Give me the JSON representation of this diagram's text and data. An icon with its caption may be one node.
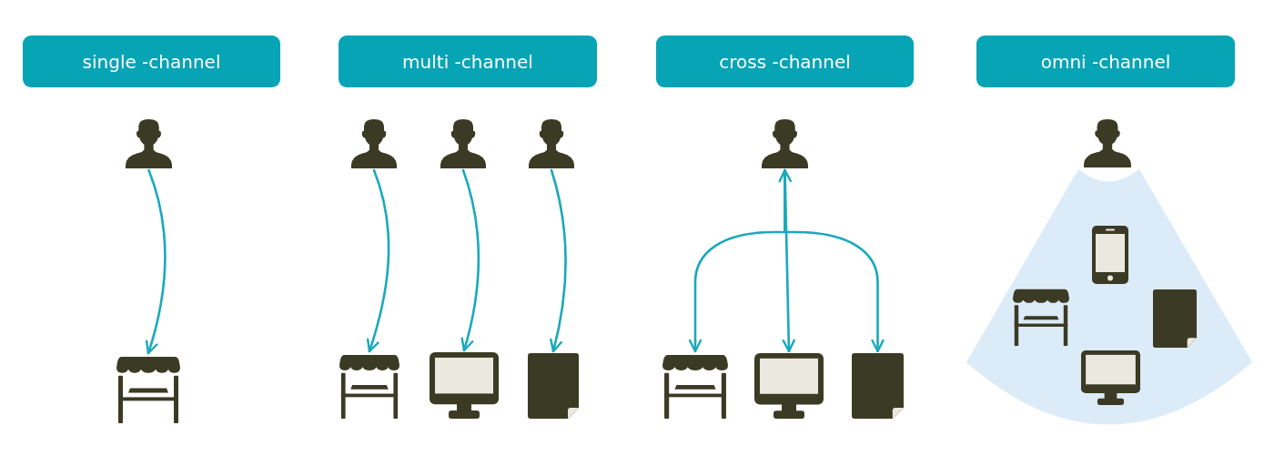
{
  "diagram": {
    "nodes": [
      {
        "text": [
          "single -channel"
        ]
      },
      {
        "text": [],
        "shape": "person"
      },
      {
        "text": [],
        "shape": "store"
      },
      {
        "text": [
          "multi -channel"
        ]
      },
      {
        "text": [],
        "shape": "person"
      },
      {
        "text": [],
        "shape": "person"
      },
      {
        "text": [],
        "shape": "person"
      },
      {
        "text": [],
        "shape": "store"
      },
      {
        "text": [],
        "shape": "monitor"
      },
      {
        "text": [],
        "shape": "document"
      },
      {
        "text": [
          "cross -channel"
        ]
      },
      {
        "text": [],
        "shape": "person"
      },
      {
        "text": [],
        "shape": "store"
      },
      {
        "text": [],
        "shape": "monitor"
      },
      {
        "text": [],
        "shape": "document"
      },
      {
        "text": [
          "omni -channel"
        ]
      },
      {
        "text": [],
        "shape": "person"
      },
      {
        "text": [],
        "shape": "cone"
      },
      {
        "text": [],
        "shape": "phone",
        "in": 17
      },
      {
        "text": [],
        "shape": "store",
        "in": 17
      },
      {
        "text": [],
        "shape": "document",
        "in": 17
      },
      {
        "text": [],
        "shape": "monitor",
        "in": 17
      }
    ],
    "edges": [
      {
        "from": 1,
        "to": 2,
        "arrow": "to"
      },
      {
        "from": 4,
        "to": 7,
        "arrow": "to"
      },
      {
        "from": 5,
        "to": 8,
        "arrow": "to"
      },
      {
        "from": 6,
        "to": 9,
        "arrow": "to"
      },
      {
        "from": 11,
        "to": 13,
        "arrow": "both"
      },
      {
        "from": 11,
        "to": 12,
        "arrow": "to"
      },
      {
        "from": 11,
        "to": 14,
        "arrow": "to"
      }
    ]
  }
}
